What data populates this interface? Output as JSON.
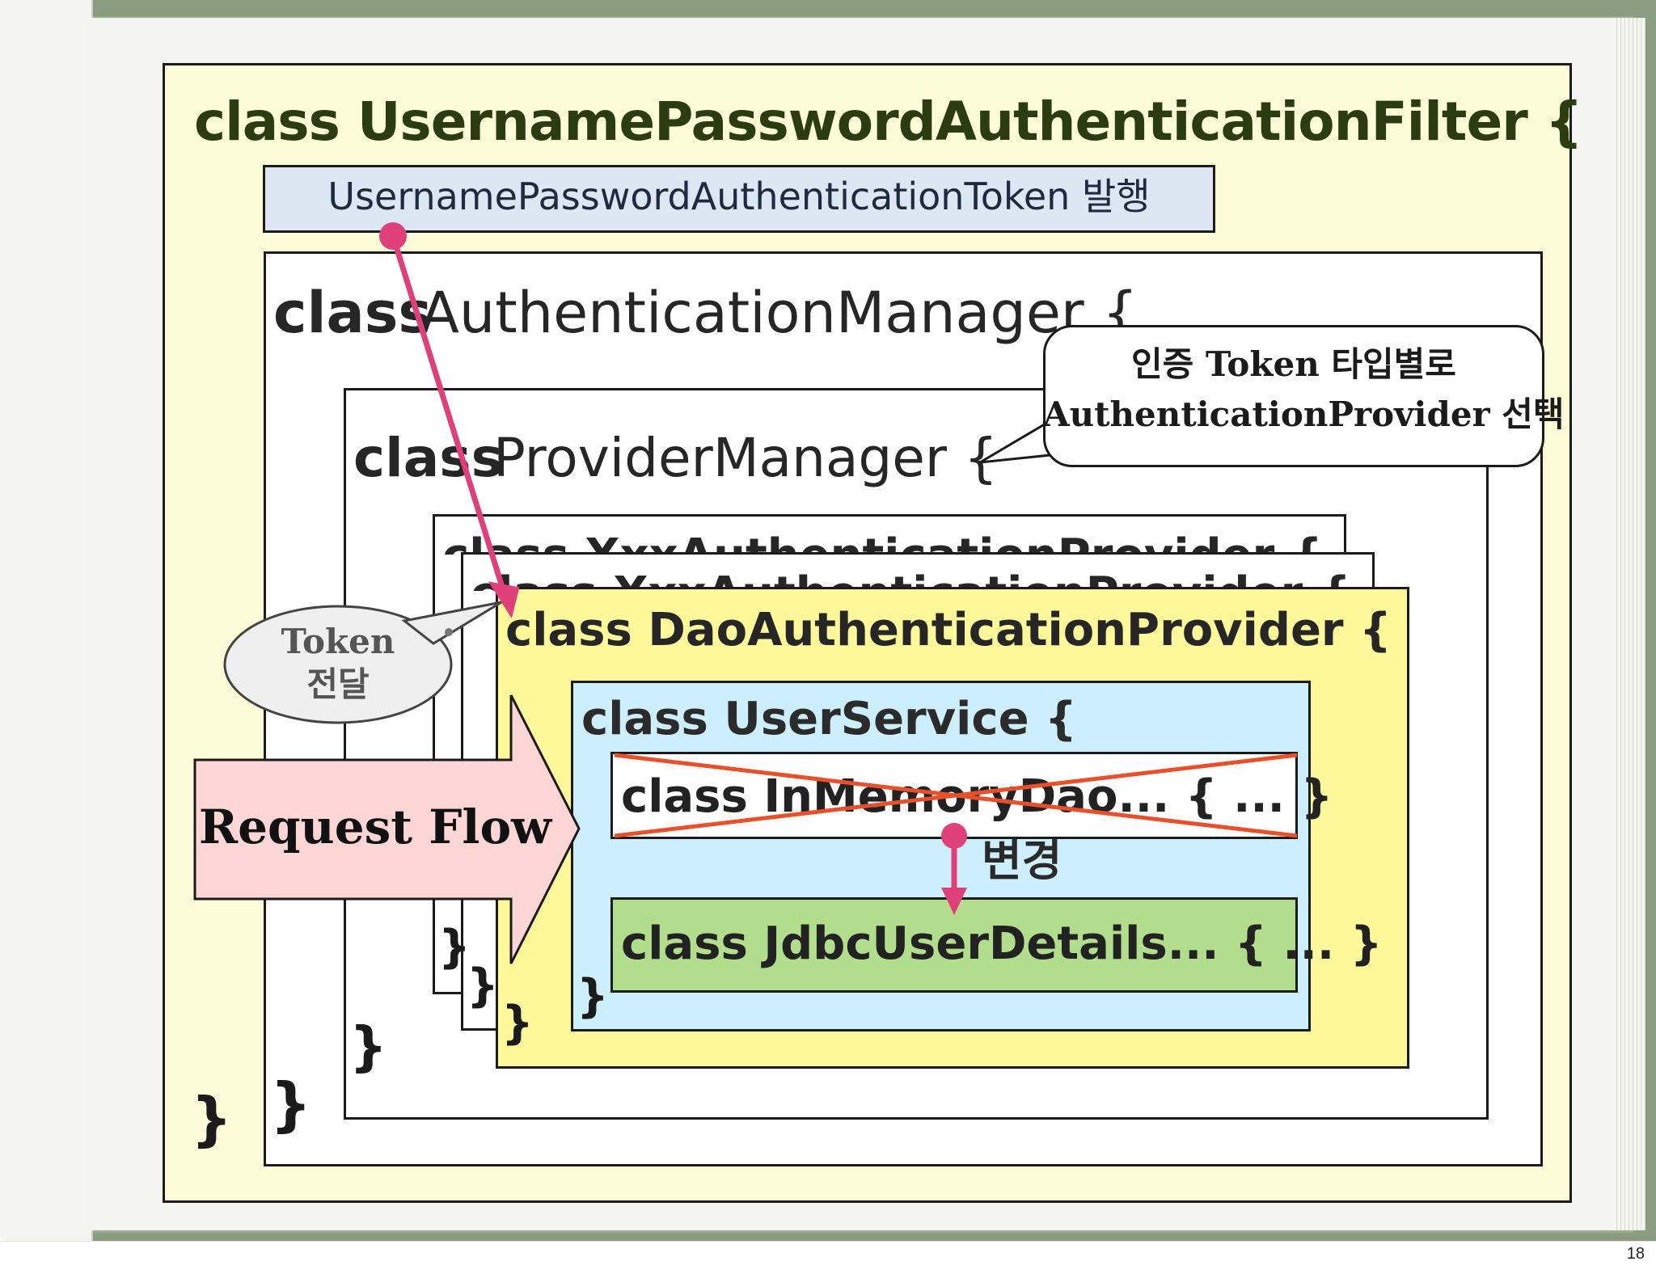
{
  "page_number": "18",
  "filter": {
    "title": "class UsernamePasswordAuthenticationFilter {",
    "close": "}"
  },
  "token_bar": {
    "label": "UsernamePasswordAuthenticationToken 발행"
  },
  "auth_manager": {
    "class_kw": "class",
    "name": "AuthenticationManager {",
    "close": "}"
  },
  "provider_manager": {
    "class_kw": "class",
    "name": "ProviderManager {",
    "close": "}"
  },
  "xxx_provider_1": {
    "title": "class XxxAuthenticationProvider {",
    "dots": "...",
    "close": "}"
  },
  "xxx_provider_2": {
    "title": "class XxxAuthenticationProvider {",
    "close": "}"
  },
  "dao_provider": {
    "title": "class DaoAuthenticationProvider {",
    "close": "}"
  },
  "user_service": {
    "title": "class UserService {",
    "close": "}"
  },
  "inmemory_dao": {
    "label": "class InMemoryDao... { ... }"
  },
  "jdbc_user_details": {
    "label": "class JdbcUserDetails... { ... }"
  },
  "change": {
    "label": "변경"
  },
  "callout": {
    "line1": "인증 Token 타입별로",
    "line2": "AuthenticationProvider 선택"
  },
  "token_bubble": {
    "line1": "Token",
    "line2": "전달"
  },
  "request_flow": {
    "label": "Request Flow"
  },
  "colors": {
    "filter_bg": "#fdfcd9",
    "token_bar_bg": "#dce7f3",
    "dao_bg": "#fef89b",
    "user_service_bg": "#cdeefc",
    "jdbc_bg": "#b2dd8c",
    "request_flow_bg": "#fcd5d5",
    "arrow_pink": "#e0407a",
    "cross_red": "#e8502c"
  }
}
